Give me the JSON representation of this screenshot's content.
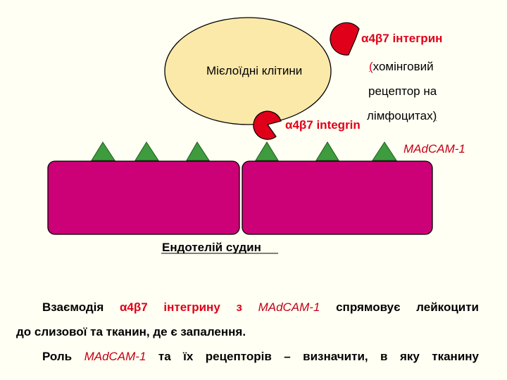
{
  "colors": {
    "background": "#fffff3",
    "cell_fill": "#fbe9a9",
    "integrin_red": "#e0001a",
    "ligand_green": "#3e9b3e",
    "endothelium_magenta": "#cc0077"
  },
  "cell": {
    "label": "Мієлоїдні клітини"
  },
  "integrin_top": {
    "label": "α4β7 інтегрин"
  },
  "homing_note": {
    "open_paren": "(",
    "line1": "хомінговий",
    "line2": "рецептор на",
    "line3": "лімфоцитах",
    "close_paren": ")"
  },
  "integrin_bottom": {
    "label": "α4β7 integrin"
  },
  "ligand": {
    "label": "MAdCAM-1"
  },
  "endothelium": {
    "label": "Ендотелій судин"
  },
  "text": {
    "p1_a": "Взаємодія ",
    "p1_b": "α4β7 інтегрину з ",
    "p1_c": "MAdCAM-1",
    "p1_d": " спрямовує лейкоцити",
    "p1_line2": "до слизової та тканин, де є запалення.",
    "p2_a": "Роль ",
    "p2_b": "MAdCAM-1",
    "p2_c": " та їх рецепторів – визначити, в яку тканину"
  }
}
